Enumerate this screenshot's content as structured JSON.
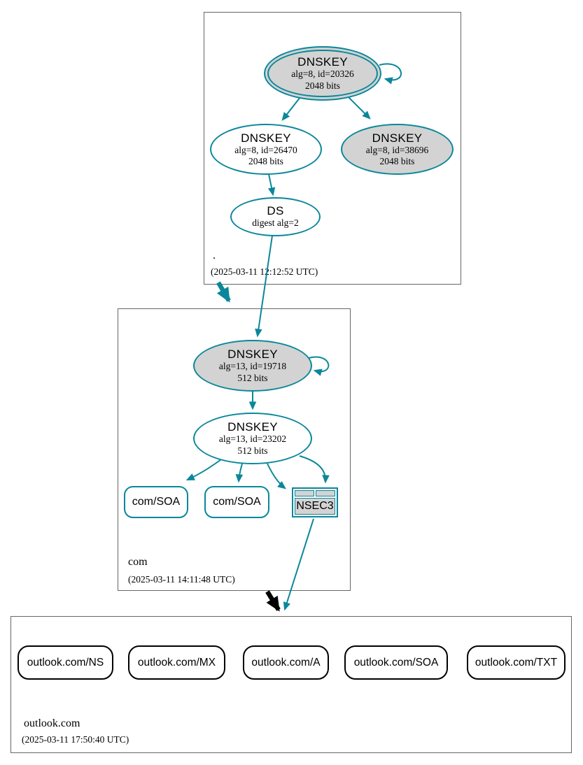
{
  "colors": {
    "secure_teal": "#0a879a",
    "insecure_black": "#000000",
    "key_fill_gray": "#d3d3d3",
    "zone_box_border_gray": "#666666"
  },
  "zones": [
    {
      "label": ".",
      "timestamp": "(2025-03-11 12:12:52 UTC)",
      "nodes": {
        "ksk": {
          "title": "DNSKEY",
          "detail1": "alg=8, id=20326",
          "detail2": "2048 bits"
        },
        "zsk": {
          "title": "DNSKEY",
          "detail1": "alg=8, id=26470",
          "detail2": "2048 bits"
        },
        "key2": {
          "title": "DNSKEY",
          "detail1": "alg=8, id=38696",
          "detail2": "2048 bits"
        },
        "ds": {
          "title": "DS",
          "detail1": "digest alg=2"
        }
      }
    },
    {
      "label": "com",
      "timestamp": "(2025-03-11 14:11:48 UTC)",
      "nodes": {
        "ksk": {
          "title": "DNSKEY",
          "detail1": "alg=13, id=19718",
          "detail2": "512 bits"
        },
        "zsk": {
          "title": "DNSKEY",
          "detail1": "alg=13, id=23202",
          "detail2": "512 bits"
        },
        "soa1": {
          "label": "com/SOA"
        },
        "soa2": {
          "label": "com/SOA"
        },
        "nsec3": {
          "label": "NSEC3"
        }
      }
    },
    {
      "label": "outlook.com",
      "timestamp": "(2025-03-11 17:50:40 UTC)",
      "rrsets": [
        "outlook.com/NS",
        "outlook.com/MX",
        "outlook.com/A",
        "outlook.com/SOA",
        "outlook.com/TXT"
      ]
    }
  ]
}
